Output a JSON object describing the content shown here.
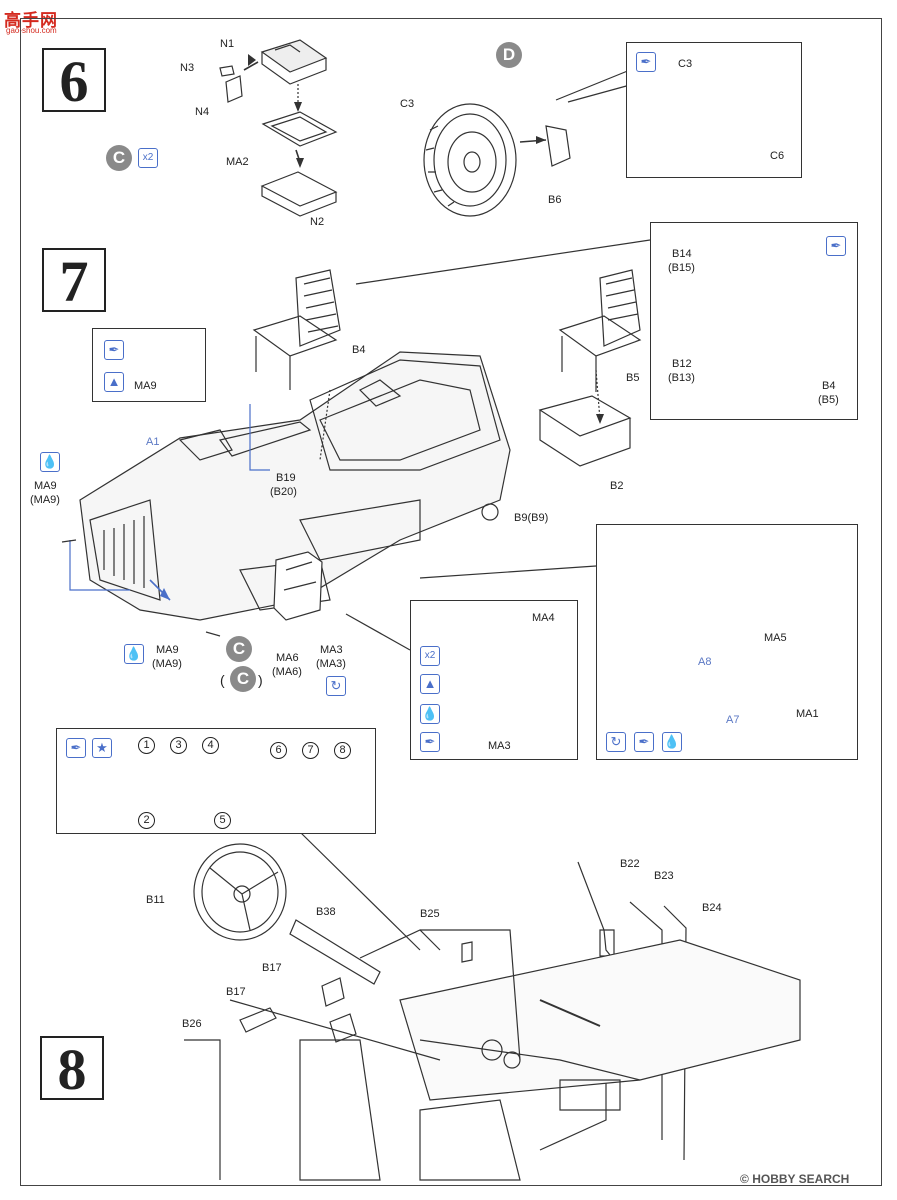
{
  "watermark": {
    "logo": "高手网",
    "url": "gao-shou.com"
  },
  "footer": {
    "copyright": "©",
    "brand": "HOBBY SEARCH"
  },
  "steps": {
    "s6": "6",
    "s7": "7",
    "s8": "8"
  },
  "badges": {
    "c": "C",
    "d": "D",
    "x2": "x2"
  },
  "step6": {
    "labels": {
      "n1": "N1",
      "n3": "N3",
      "n4": "N4",
      "ma2": "MA2",
      "n2": "N2",
      "c3_main": "C3",
      "b6": "B6",
      "c3_inset": "C3",
      "c6": "C6"
    }
  },
  "step7": {
    "labels": {
      "b4": "B4",
      "b5": "B5",
      "b2": "B2",
      "a1": "A1",
      "b19": "B19",
      "b20": "(B20)",
      "b9": "B9(B9)",
      "ma9_left": "MA9",
      "ma9_left_alt": "(MA9)",
      "ma9_low": "MA9",
      "ma9_low_alt": "(MA9)",
      "ma6": "MA6",
      "ma6_alt": "(MA6)",
      "ma3": "MA3",
      "ma3_alt": "(MA3)",
      "c_paren": "(",
      "c_paren_close": ")"
    },
    "inset_seat": {
      "b14": "B14",
      "b15": "(B15)",
      "b12": "B12",
      "b13": "(B13)",
      "b4": "B4",
      "b5": "(B5)"
    },
    "inset_ma9": {
      "ma9": "MA9"
    },
    "inset_ma": {
      "ma4": "MA4",
      "ma3": "MA3"
    },
    "inset_brake": {
      "ma5": "MA5",
      "a8": "A8",
      "a7": "A7",
      "ma1": "MA1"
    }
  },
  "step8": {
    "dash_numbers": [
      "1",
      "2",
      "3",
      "4",
      "5",
      "6",
      "7",
      "8"
    ],
    "labels": {
      "b11": "B11",
      "b38": "B38",
      "b17a": "B17",
      "b17b": "B17",
      "b26": "B26",
      "b25": "B25",
      "b22": "B22",
      "b23": "B23",
      "b24": "B24"
    }
  },
  "icon_names": [
    "paint-brush-icon",
    "decal-star-icon",
    "glue-drop-icon",
    "cement-arrow-icon",
    "rotate-view-icon",
    "x2-badge-icon"
  ],
  "colors": {
    "accent_blue": "#4a6fc9",
    "label_blue": "#5b78c4",
    "badge_gray": "#8a8a8a",
    "line": "#333333"
  }
}
